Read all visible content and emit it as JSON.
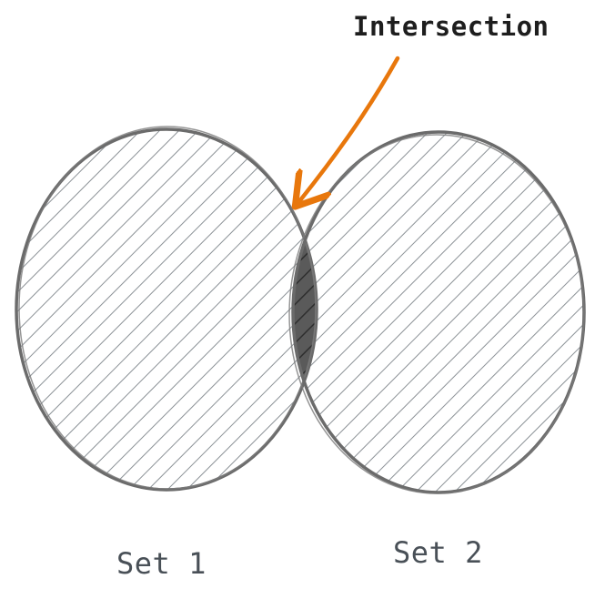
{
  "diagram": {
    "annotation_label": "Intersection",
    "set_a_label": "Set 1",
    "set_b_label": "Set 2"
  },
  "colors": {
    "outline": "#6b6b6b",
    "hatch": "#8b9196",
    "intersection_fill": "#5a5a5a",
    "intersection_hatch": "#2e2e2e",
    "arrow": "#e8770c",
    "label_text": "#495057",
    "annotation_text": "#1e1e1e"
  }
}
